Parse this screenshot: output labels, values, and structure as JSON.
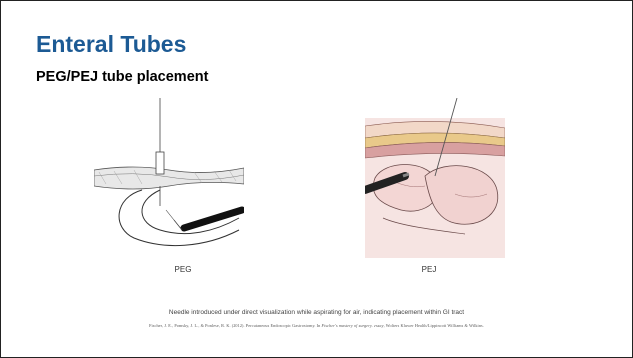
{
  "slide": {
    "title": "Enteral Tubes",
    "subtitle": "PEG/PEJ tube placement"
  },
  "figures": [
    {
      "label": "PEG",
      "icon": "peg-placement-illustration"
    },
    {
      "label": "PEJ",
      "icon": "pej-placement-illustration"
    }
  ],
  "note": "Needle introduced under direct visualization while aspirating for air, indicating placement within GI tract",
  "reference": {
    "before": "Fischer, J. E., Pomsky, J. L., & Ponlese, R. K. (2012). Percutaneous Endoscopic Gastrostomy. In ",
    "italic": "Fischer's mastery of surgery. essay",
    "after": ", Wolters Kluwer Health/Lippincott Williams & Wilkins."
  },
  "colors": {
    "title": "#1c5a94"
  }
}
